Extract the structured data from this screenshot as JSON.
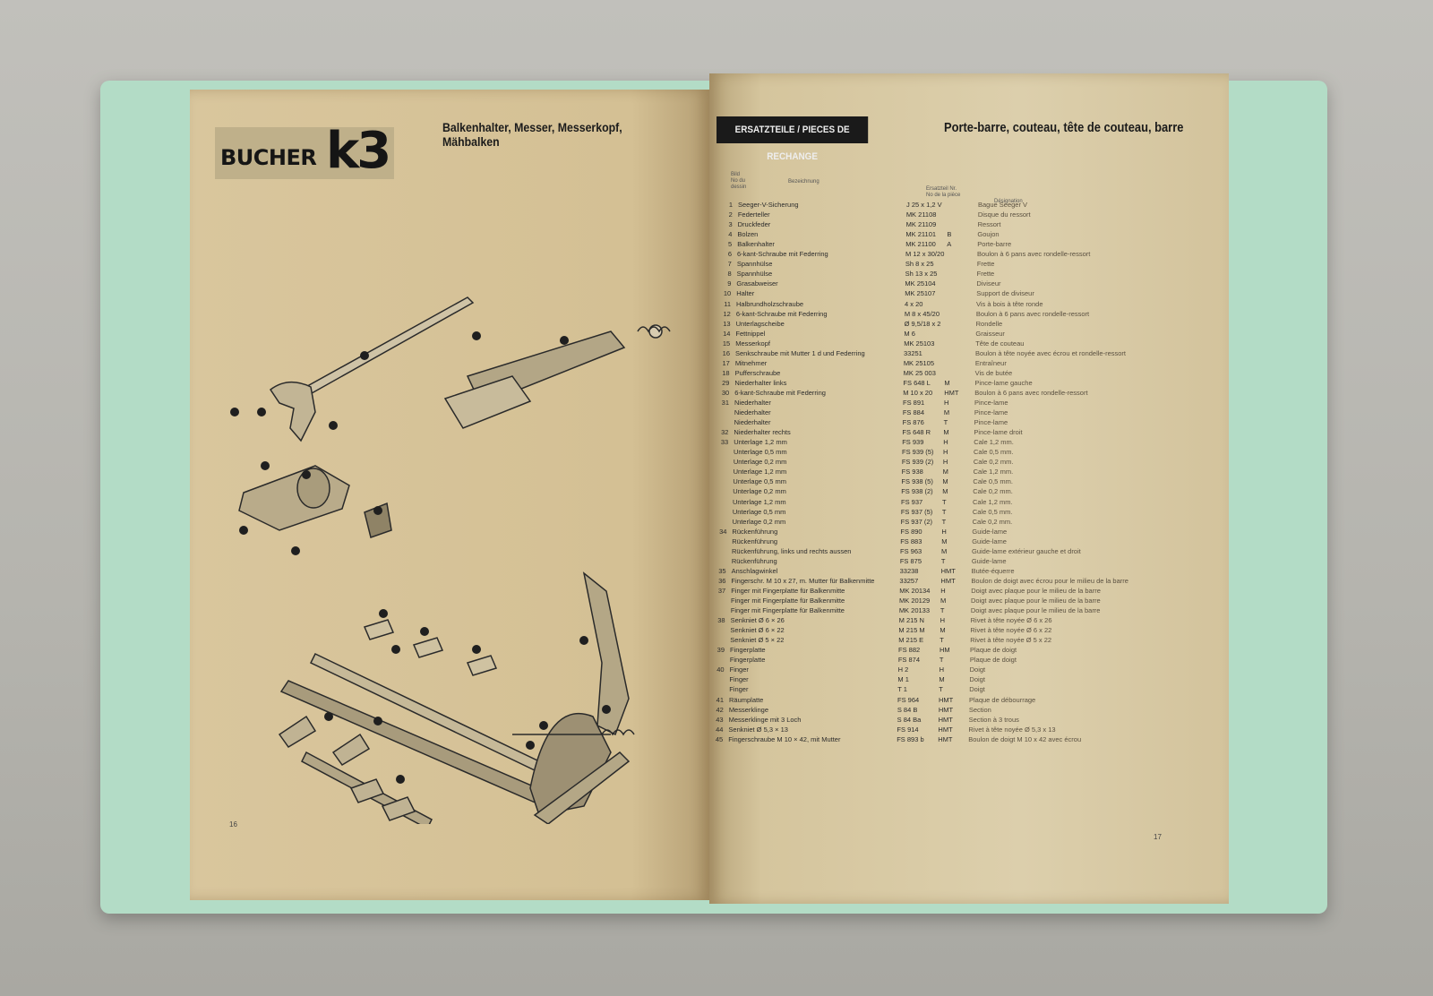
{
  "left_page": {
    "brand": "BUCHER",
    "model": "k3",
    "title": "Balkenhalter, Messer, Messerkopf, Mähbalken",
    "page_number": "16"
  },
  "right_page": {
    "header_box": "ERSATZTEILE / PIECES DE RECHANGE",
    "title": "Porte-barre, couteau, tête de couteau, barre",
    "page_number": "17",
    "col_bild": "Bild\nNo du\ndessin",
    "col_bezeichnung": "Bezeichnung",
    "col_ersatzteil": "Ersatzteil Nr.\nNo de la pièce",
    "col_designation": "Désignation",
    "rows": [
      {
        "no": "1",
        "de": "Seeger-V-Sicherung",
        "ref": "J 25 x 1,2 V",
        "mod": "",
        "fr": "Bague Seeger V"
      },
      {
        "no": "2",
        "de": "Federteller",
        "ref": "MK 21108",
        "mod": "",
        "fr": "Disque du ressort"
      },
      {
        "no": "3",
        "de": "Druckfeder",
        "ref": "MK 21109",
        "mod": "",
        "fr": "Ressort"
      },
      {
        "no": "4",
        "de": "Bolzen",
        "ref": "MK 21101",
        "mod": "B",
        "fr": "Goujon"
      },
      {
        "no": "5",
        "de": "Balkenhalter",
        "ref": "MK 21100",
        "mod": "A",
        "fr": "Porte-barre"
      },
      {
        "no": "6",
        "de": "6-kant-Schraube mit Federring",
        "ref": "M 12 x 30/20",
        "mod": "",
        "fr": "Boulon à 6 pans avec rondelle-ressort"
      },
      {
        "no": "7",
        "de": "Spannhülse",
        "ref": "Sh 8 x 25",
        "mod": "",
        "fr": "Frette"
      },
      {
        "no": "8",
        "de": "Spannhülse",
        "ref": "Sh 13 x 25",
        "mod": "",
        "fr": "Frette"
      },
      {
        "no": "9",
        "de": "Grasabweiser",
        "ref": "MK 25104",
        "mod": "",
        "fr": "Diviseur"
      },
      {
        "no": "10",
        "de": "Halter",
        "ref": "MK 25107",
        "mod": "",
        "fr": "Support de diviseur"
      },
      {
        "no": "11",
        "de": "Halbrundholzschraube",
        "ref": "4 x 20",
        "mod": "",
        "fr": "Vis à bois à tête ronde"
      },
      {
        "no": "12",
        "de": "6-kant-Schraube mit Federring",
        "ref": "M 8 x 45/20",
        "mod": "",
        "fr": "Boulon à 6 pans avec rondelle-ressort"
      },
      {
        "no": "13",
        "de": "Unterlagscheibe",
        "ref": "Ø 9,5/18 x 2",
        "mod": "",
        "fr": "Rondelle"
      },
      {
        "no": "14",
        "de": "Fettnippel",
        "ref": "M 6",
        "mod": "",
        "fr": "Graisseur"
      },
      {
        "no": "15",
        "de": "Messerkopf",
        "ref": "MK 25103",
        "mod": "",
        "fr": "Tête de couteau"
      },
      {
        "no": "16",
        "de": "Senkschraube mit Mutter 1 d und Federring",
        "ref": "33251",
        "mod": "",
        "fr": "Boulon à tête noyée avec écrou et rondelle-ressort"
      },
      {
        "no": "17",
        "de": "Mitnehmer",
        "ref": "MK 25105",
        "mod": "",
        "fr": "Entraîneur"
      },
      {
        "no": "18",
        "de": "Pufferschraube",
        "ref": "MK 25 003",
        "mod": "",
        "fr": "Vis de butée"
      },
      {
        "no": "29",
        "de": "Niederhalter links",
        "ref": "FS 648 L",
        "mod": "M",
        "fr": "Pince-lame gauche"
      },
      {
        "no": "30",
        "de": "6-kant-Schraube mit Federring",
        "ref": "M 10 x 20",
        "mod": "HMT",
        "fr": "Boulon à 6 pans avec rondelle-ressort"
      },
      {
        "no": "31",
        "de": "Niederhalter",
        "ref": "FS 891",
        "mod": "H",
        "fr": "Pince-lame"
      },
      {
        "no": "",
        "de": "Niederhalter",
        "ref": "FS 884",
        "mod": "M",
        "fr": "Pince-lame"
      },
      {
        "no": "",
        "de": "Niederhalter",
        "ref": "FS 876",
        "mod": "T",
        "fr": "Pince-lame"
      },
      {
        "no": "32",
        "de": "Niederhalter rechts",
        "ref": "FS 648 R",
        "mod": "M",
        "fr": "Pince-lame droit"
      },
      {
        "no": "33",
        "de": "Unterlage 1,2 mm",
        "ref": "FS 939",
        "mod": "H",
        "fr": "Cale 1,2 mm."
      },
      {
        "no": "",
        "de": "Unterlage 0,5 mm",
        "ref": "FS 939 (5)",
        "mod": "H",
        "fr": "Cale 0,5 mm."
      },
      {
        "no": "",
        "de": "Unterlage 0,2 mm",
        "ref": "FS 939 (2)",
        "mod": "H",
        "fr": "Cale 0,2 mm."
      },
      {
        "no": "",
        "de": "Unterlage 1,2 mm",
        "ref": "FS 938",
        "mod": "M",
        "fr": "Cale 1,2 mm."
      },
      {
        "no": "",
        "de": "Unterlage 0,5 mm",
        "ref": "FS 938 (5)",
        "mod": "M",
        "fr": "Cale 0,5 mm."
      },
      {
        "no": "",
        "de": "Unterlage 0,2 mm",
        "ref": "FS 938 (2)",
        "mod": "M",
        "fr": "Cale 0,2 mm."
      },
      {
        "no": "",
        "de": "Unterlage 1,2 mm",
        "ref": "FS 937",
        "mod": "T",
        "fr": "Cale 1,2 mm."
      },
      {
        "no": "",
        "de": "Unterlage 0,5 mm",
        "ref": "FS 937 (5)",
        "mod": "T",
        "fr": "Cale 0,5 mm."
      },
      {
        "no": "",
        "de": "Unterlage 0,2 mm",
        "ref": "FS 937 (2)",
        "mod": "T",
        "fr": "Cale 0,2 mm."
      },
      {
        "no": "34",
        "de": "Rückenführung",
        "ref": "FS 890",
        "mod": "H",
        "fr": "Guide-lame"
      },
      {
        "no": "",
        "de": "Rückenführung",
        "ref": "FS 883",
        "mod": "M",
        "fr": "Guide-lame"
      },
      {
        "no": "",
        "de": "Rückenführung, links und rechts aussen",
        "ref": "FS 963",
        "mod": "M",
        "fr": "Guide-lame extérieur gauche et droit"
      },
      {
        "no": "",
        "de": "Rückenführung",
        "ref": "FS 875",
        "mod": "T",
        "fr": "Guide-lame"
      },
      {
        "no": "35",
        "de": "Anschlagwinkel",
        "ref": "33238",
        "mod": "HMT",
        "fr": "Butée-équerre"
      },
      {
        "no": "36",
        "de": "Fingerschr. M 10 x 27, m. Mutter für Balkenmitte",
        "ref": "33257",
        "mod": "HMT",
        "fr": "Boulon de doigt avec écrou pour le milieu de la barre"
      },
      {
        "no": "37",
        "de": "Finger mit Fingerplatte für Balkenmitte",
        "ref": "MK 20134",
        "mod": "H",
        "fr": "Doigt avec plaque pour le milieu de la barre"
      },
      {
        "no": "",
        "de": "Finger mit Fingerplatte für Balkenmitte",
        "ref": "MK 20129",
        "mod": "M",
        "fr": "Doigt avec plaque pour le milieu de la barre"
      },
      {
        "no": "",
        "de": "Finger mit Fingerplatte für Balkenmitte",
        "ref": "MK 20133",
        "mod": "T",
        "fr": "Doigt avec plaque pour le milieu de la barre"
      },
      {
        "no": "38",
        "de": "Senkniet Ø 6 × 26",
        "ref": "M 215 N",
        "mod": "H",
        "fr": "Rivet à tête noyée Ø 6 x 26"
      },
      {
        "no": "",
        "de": "Senkniet Ø 6 × 22",
        "ref": "M 215 M",
        "mod": "M",
        "fr": "Rivet à tête noyée Ø 6 x 22"
      },
      {
        "no": "",
        "de": "Senkniet Ø 5 × 22",
        "ref": "M 215 E",
        "mod": "T",
        "fr": "Rivet à tête noyée Ø 5 x 22"
      },
      {
        "no": "39",
        "de": "Fingerplatte",
        "ref": "FS 882",
        "mod": "HM",
        "fr": "Plaque de doigt"
      },
      {
        "no": "",
        "de": "Fingerplatte",
        "ref": "FS 874",
        "mod": "T",
        "fr": "Plaque de doigt"
      },
      {
        "no": "40",
        "de": "Finger",
        "ref": "H 2",
        "mod": "H",
        "fr": "Doigt"
      },
      {
        "no": "",
        "de": "Finger",
        "ref": "M 1",
        "mod": "M",
        "fr": "Doigt"
      },
      {
        "no": "",
        "de": "Finger",
        "ref": "T 1",
        "mod": "T",
        "fr": "Doigt"
      },
      {
        "no": "41",
        "de": "Räumplatte",
        "ref": "FS 964",
        "mod": "HMT",
        "fr": "Plaque de débourrage"
      },
      {
        "no": "42",
        "de": "Messerklinge",
        "ref": "S 84 B",
        "mod": "HMT",
        "fr": "Section"
      },
      {
        "no": "43",
        "de": "Messerklinge mit 3 Loch",
        "ref": "S 84 Ba",
        "mod": "HMT",
        "fr": "Section à 3 trous"
      },
      {
        "no": "44",
        "de": "Senkniet Ø 5,3 × 13",
        "ref": "FS 914",
        "mod": "HMT",
        "fr": "Rivet à tête noyée Ø 5,3 x 13"
      },
      {
        "no": "45",
        "de": "Fingerschraube M 10 × 42, mit Mutter",
        "ref": "FS 893 b",
        "mod": "HMT",
        "fr": "Boulon de doigt M 10 x 42 avec écrou"
      }
    ]
  },
  "colors": {
    "cover": "#b3dcc6",
    "paper": "#d6c39b",
    "ink": "#1b1b1b"
  }
}
